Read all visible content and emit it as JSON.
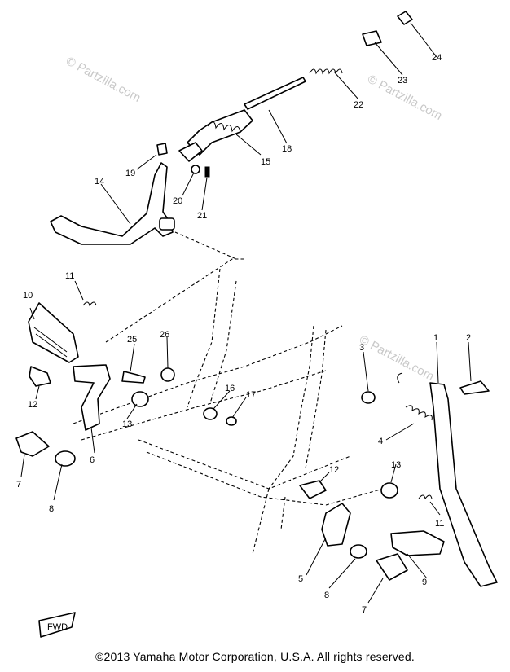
{
  "callouts": [
    "1",
    "2",
    "3",
    "4",
    "5",
    "6",
    "7",
    "8",
    "9",
    "10",
    "11",
    "12",
    "13",
    "14",
    "15",
    "16",
    "17",
    "18",
    "19",
    "20",
    "21",
    "22",
    "23",
    "24",
    "25",
    "26",
    "12",
    "13",
    "7",
    "8",
    "11"
  ],
  "watermark": "© Partzilla.com",
  "fwd_label": "FWD",
  "copyright": "©2013 Yamaha Motor Corporation, U.S.A. All rights reserved."
}
